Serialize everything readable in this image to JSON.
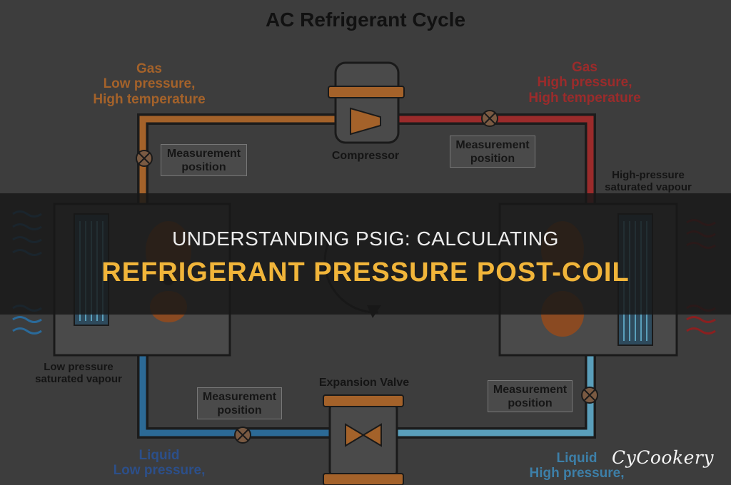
{
  "title": "AC Refrigerant Cycle",
  "labels": {
    "gas_low": [
      "Gas",
      "Low pressure,",
      "High temperature"
    ],
    "gas_high": [
      "Gas",
      "High pressure,",
      "High temperature"
    ],
    "compressor": "Compressor",
    "hp_vapour": [
      "High-pressure",
      "saturated vapour"
    ],
    "lp_vapour": [
      "Low pressure",
      "saturated vapour"
    ],
    "expansion_valve": "Expansion Valve",
    "liquid_low": [
      "Liquid",
      "Low pressure,"
    ],
    "liquid_high": [
      "Liquid",
      "High pressure,"
    ],
    "measurement": [
      "Measurement",
      "position"
    ]
  },
  "banner": {
    "line1": "UNDERSTANDING PSIG: CALCULATING",
    "line2": "REFRIGERANT PRESSURE POST-COIL"
  },
  "brand": "CyCookery",
  "colors": {
    "orange": "#b56a2a",
    "red": "#9e2a2a",
    "blue": "#2a6a9a",
    "light_blue": "#5fa8c4",
    "accent": "#f1b53a"
  }
}
